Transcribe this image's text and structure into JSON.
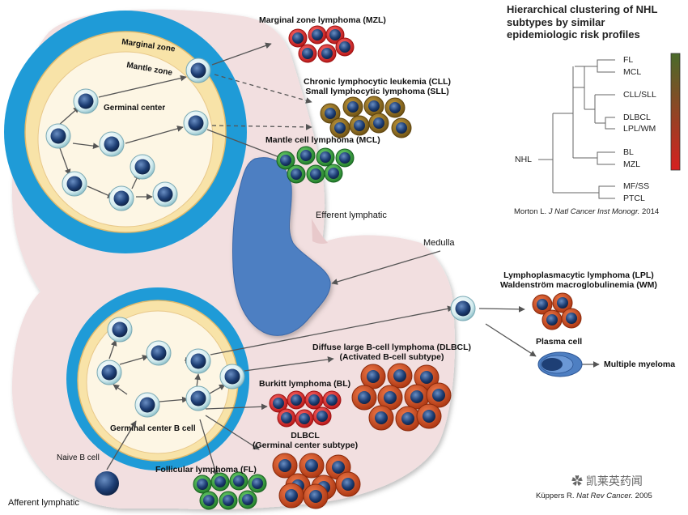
{
  "heading": {
    "line1": "Hierarchical clustering of NHL",
    "line2": "subtypes by similar",
    "line3": "epidemiologic risk profiles"
  },
  "tree_labels": {
    "fl": "FL",
    "mcl": "MCL",
    "cll_sll": "CLL/SLL",
    "dlbcl": "DLBCL",
    "lpl_wm": "LPL/WM",
    "bl": "BL",
    "mzl": "MZL",
    "mf_ss": "MF/SS",
    "ptcl": "PTCL",
    "nhl": "NHL"
  },
  "citations": {
    "morton_a": "Morton L. ",
    "morton_b": "J Natl Cancer Inst Monogr.",
    "morton_c": " 2014",
    "kuppers_a": "Küppers R. ",
    "kuppers_b": "Nat Rev Cancer.",
    "kuppers_c": " 2005"
  },
  "zones": {
    "marginal": "Marginal zone",
    "mantle": "Mantle zone",
    "germinal_center": "Germinal center",
    "germinal_center_b": "Germinal center B cell"
  },
  "labels": {
    "mzl": "Marginal zone lymphoma (MZL)",
    "cll1": "Chronic lymphocytic leukemia (CLL)",
    "cll2": "Small lymphocytic  lymphoma (SLL)",
    "mcl": "Mantle cell lymphoma (MCL)",
    "efferent": "Efferent lymphatic",
    "medulla": "Medulla",
    "lpl1": "Lymphoplasmacytic lymphoma (LPL)",
    "lpl2": "Waldenström macroglobulinemia (WM)",
    "plasma": "Plasma cell",
    "myeloma": "Multiple myeloma",
    "dlbcl_abc1": "Diffuse large B-cell lymphoma (DLBCL)",
    "dlbcl_abc2": "(Activated B-cell subtype)",
    "bl": "Burkitt lymphoma (BL)",
    "dlbcl_gc1": "DLBCL",
    "dlbcl_gc2": "(Germinal center subtype)",
    "fl": "Follicular lymphoma (FL)",
    "naive": "Naive B cell",
    "afferent": "Afferent lymphatic"
  },
  "watermark": "凯莱英药闻",
  "colors": {
    "node": "#f2dfe0",
    "marginal_zone": "#1f9bd7",
    "mantle_zone": "#f8e3a8",
    "germinal_center": "#fdf6e4",
    "medulla": "#4e7fc2",
    "cell_nucleus": "#1a3a6b",
    "mzl_red": "#d62a2a",
    "cll_bronze": "#8a6a1f",
    "mcl_green": "#2e9e3a",
    "dlbcl_orange": "#d0451e",
    "risk_gradient": [
      "#4a6b2a",
      "#d62020"
    ]
  }
}
